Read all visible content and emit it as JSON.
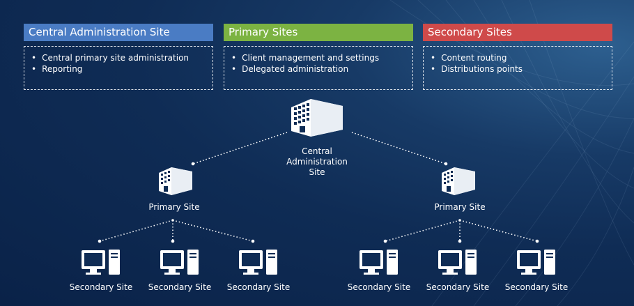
{
  "roles": [
    {
      "title": "Central Administration Site",
      "color": "#4a7cc4",
      "items": [
        "Central primary site administration",
        "Reporting"
      ]
    },
    {
      "title": "Primary Sites",
      "color": "#7cb342",
      "items": [
        "Client management and settings",
        "Delegated administration"
      ]
    },
    {
      "title": "Secondary Sites",
      "color": "#cf4a4a",
      "items": [
        "Content routing",
        "Distributions points"
      ]
    }
  ],
  "hierarchy": {
    "central": {
      "label_line1": "Central",
      "label_line2": "Administration",
      "label_line3": "Site"
    },
    "primary_left": {
      "label": "Primary Site"
    },
    "primary_right": {
      "label": "Primary Site"
    },
    "secondary": [
      {
        "label": "Secondary Site"
      },
      {
        "label": "Secondary Site"
      },
      {
        "label": "Secondary Site"
      },
      {
        "label": "Secondary Site"
      },
      {
        "label": "Secondary Site"
      },
      {
        "label": "Secondary Site"
      }
    ]
  },
  "icons": {
    "building": "building-icon",
    "computer": "computer-icon"
  }
}
